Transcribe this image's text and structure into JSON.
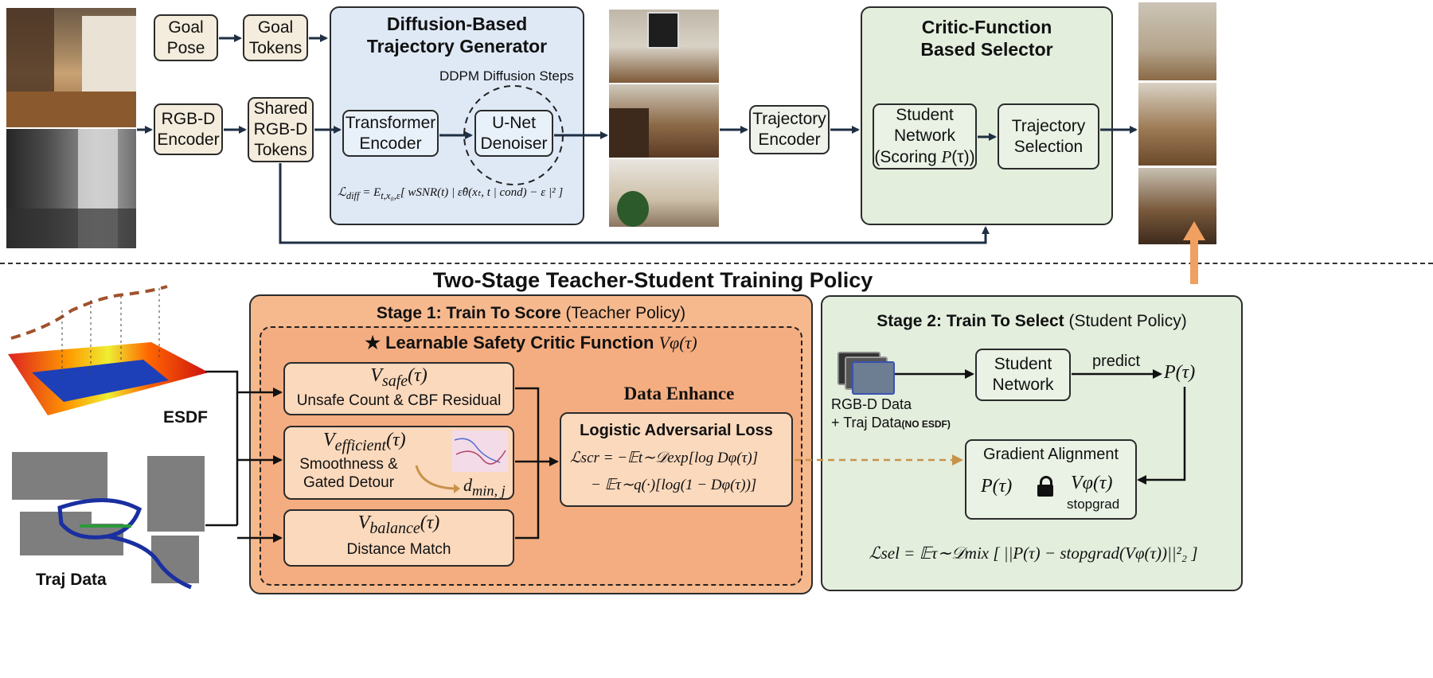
{
  "top": {
    "goal_pose": "Goal\nPose",
    "goal_tokens": "Goal\nTokens",
    "rgbd_encoder": "RGB-D\nEncoder",
    "shared_tokens": "Shared\nRGB-D\nTokens",
    "diffusion": {
      "title": "Diffusion-Based\nTrajectory Generator",
      "ddpm_label": "DDPM Diffusion Steps",
      "transformer": "Transformer\nEncoder",
      "unet": "U-Net\nDenoiser",
      "loss_lhs": "ℒ",
      "loss_sub": "diff",
      "loss_rhs": " = E",
      "loss_rhs_sub": "t,x₀,ε",
      "loss_body": "[ wSNR(t) | ε̂θ(xₜ, t | cond) − ε |² ]"
    },
    "trajectory_encoder": "Trajectory\nEncoder",
    "critic": {
      "title": "Critic-Function\nBased Selector",
      "student": "Student\nNetwork",
      "scoring_prefix": "(Scoring ",
      "scoring_var": "P",
      "scoring_suffix": "(τ))",
      "selection": "Trajectory\nSelection"
    }
  },
  "bottom": {
    "title": "Two-Stage Teacher-Student Training Policy",
    "esdf_label": "ESDF",
    "traj_label": "Traj Data",
    "stage1": {
      "title_bold": "Stage 1: Train To Score",
      "title_rest": " (Teacher Policy)",
      "critic_title": "★ Learnable Safety Critic Function ",
      "critic_var": "Vφ(τ)",
      "v_safe_name": "safe",
      "v_safe_desc": "Unsafe Count & CBF Residual",
      "v_eff_name": "efficient",
      "v_eff_desc": "Smoothness &\nGated Detour",
      "dmin": "d",
      "dmin_sub": "min, j",
      "v_bal_name": "balance",
      "v_bal_desc": "Distance Match",
      "v_letter": "V",
      "v_arg": "(τ)",
      "data_enhance": "Data Enhance",
      "adv_title": "Logistic Adversarial Loss",
      "adv_line1": "ℒscr = −𝔼t∼𝒟exp[log Dφ(τ)]",
      "adv_line2": "− 𝔼τ∼q(·)[log(1 − Dφ(τ))]"
    },
    "stage2": {
      "title_bold": "Stage 2: Train To Select",
      "title_rest": " (Student Policy)",
      "rgbd_data": "RGB-D Data",
      "traj_data": "+ Traj Data",
      "no_esdf": "(NO ESDF)",
      "student": "Student\nNetwork",
      "predict": "predict",
      "p_tau": "P(τ)",
      "grad_title": "Gradient Alignment",
      "grad_p": "P(τ)",
      "grad_v": "Vφ(τ)",
      "stopgrad": "stopgrad",
      "loss": "ℒsel = 𝔼τ∼𝒟mix [ ||P(τ) − stopgrad(Vφ(τ))||²₂ ]"
    }
  },
  "colors": {
    "blue_panel": "#dfe9f6",
    "green_panel": "#e3eedd",
    "orange_panel": "#f6b98e",
    "cream_box": "#f4ecdc",
    "arrow": "#1f2f44",
    "highlight_arrow": "#f0a060",
    "dashed_arrow": "#c8924a"
  }
}
